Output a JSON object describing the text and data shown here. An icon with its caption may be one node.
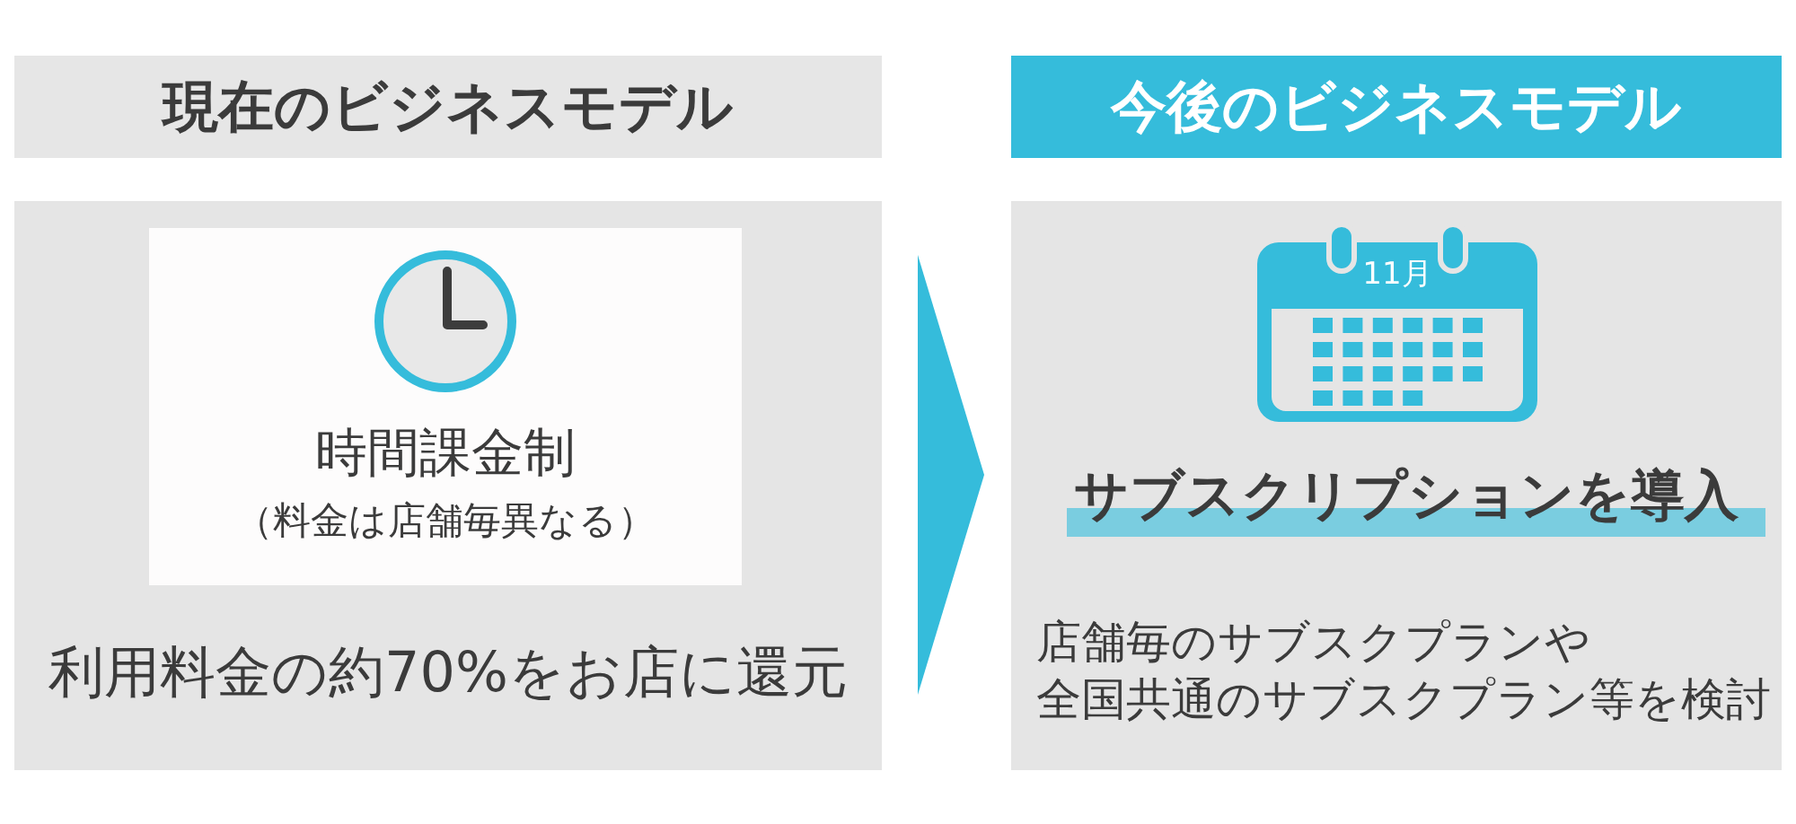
{
  "diagram": {
    "nodes": [
      {
        "text": [
          "現在のビジネスモデル"
        ]
      },
      {
        "text": [
          "今後のビジネスモデル"
        ]
      },
      {
        "text": [
          "利用料金の約70%をお店に還元"
        ]
      },
      {
        "text": [
          "時間課金制",
          "（料金は店舗毎異なる）"
        ],
        "in": 2
      },
      {
        "text": [
          "サブスクリプションを導入",
          "店舗毎のサブスクプランや全国共通のサブスクプラン等を検討"
        ]
      }
    ],
    "edges": [
      {
        "from": 2,
        "to": 4,
        "arrow": "to"
      }
    ],
    "labels": [
      "11月"
    ]
  }
}
